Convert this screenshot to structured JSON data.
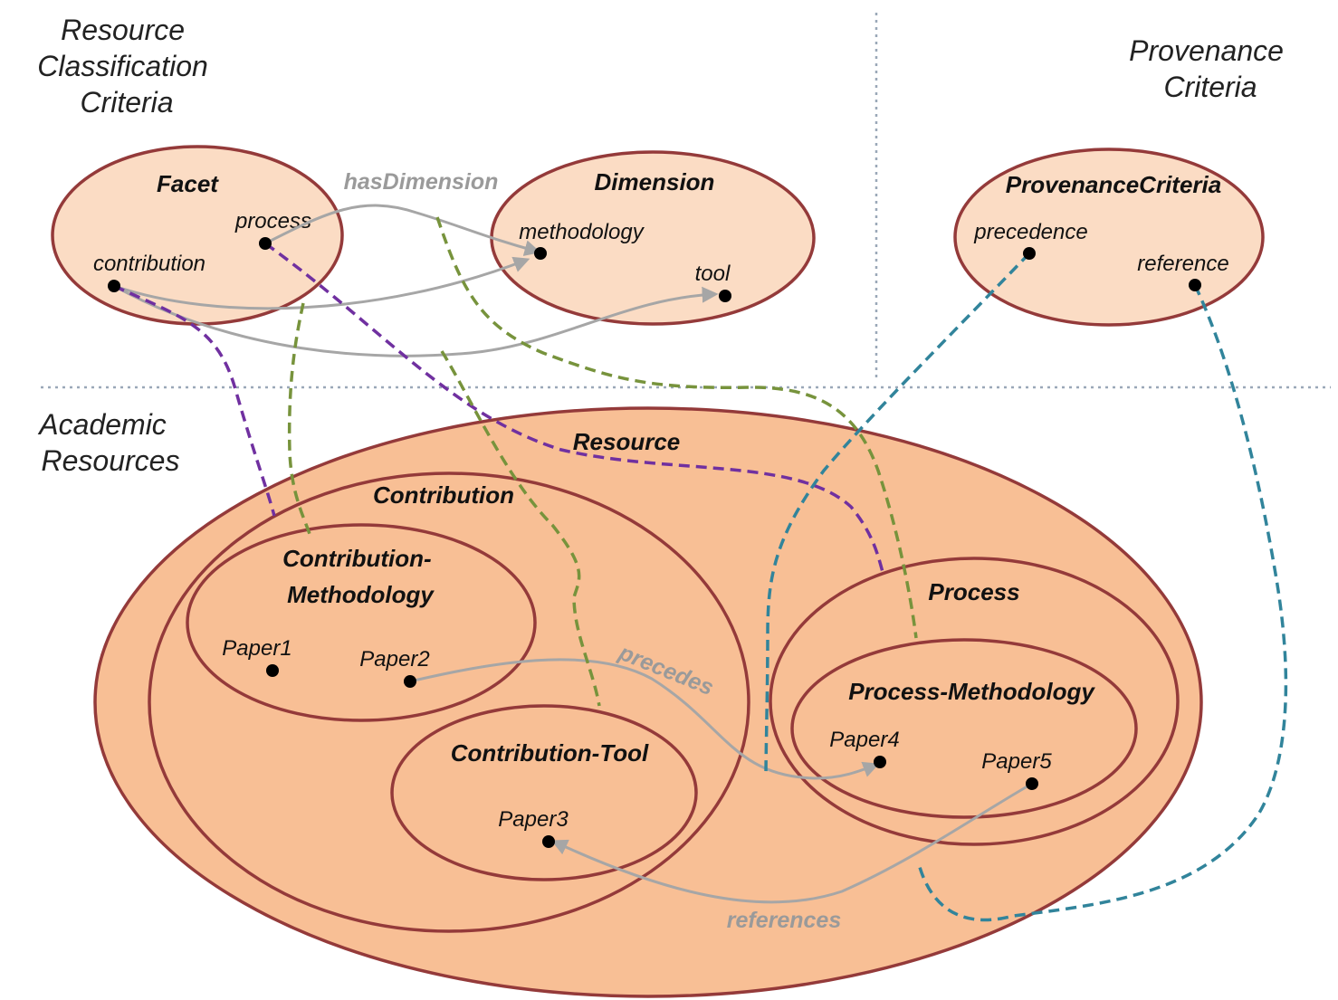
{
  "regions": {
    "classification": [
      "Resource",
      "Classification",
      "Criteria"
    ],
    "provenance": [
      "Provenance",
      "Criteria"
    ],
    "academic": [
      "Academic",
      "Resources"
    ]
  },
  "sets": {
    "facet": {
      "label": "Facet",
      "members": {
        "process": "process",
        "contribution": "contribution"
      }
    },
    "dimension": {
      "label": "Dimension",
      "members": {
        "methodology": "methodology",
        "tool": "tool"
      }
    },
    "provenance_criteria": {
      "label": "ProvenanceCriteria",
      "members": {
        "precedence": "precedence",
        "reference": "reference"
      }
    },
    "resource": {
      "label": "Resource"
    },
    "contribution": {
      "label": "Contribution"
    },
    "contribution_methodology": {
      "label_lines": [
        "Contribution-",
        "Methodology"
      ]
    },
    "contribution_tool": {
      "label": "Contribution-Tool"
    },
    "process": {
      "label": "Process"
    },
    "process_methodology": {
      "label": "Process-Methodology"
    }
  },
  "papers": {
    "paper1": "Paper1",
    "paper2": "Paper2",
    "paper3": "Paper3",
    "paper4": "Paper4",
    "paper5": "Paper5"
  },
  "relations": {
    "has_dimension": "hasDimension",
    "precedes": "precedes",
    "references": "references"
  },
  "colors": {
    "set_fill_light": "#fbdcc4",
    "set_fill_dark": "#f8bf95",
    "set_border": "#943a3a",
    "arrow_gray": "#a6a6a6",
    "purple_link": "#7030a0",
    "green_link": "#77933c",
    "teal_link": "#31849b",
    "separator": "#9aa8b8"
  }
}
